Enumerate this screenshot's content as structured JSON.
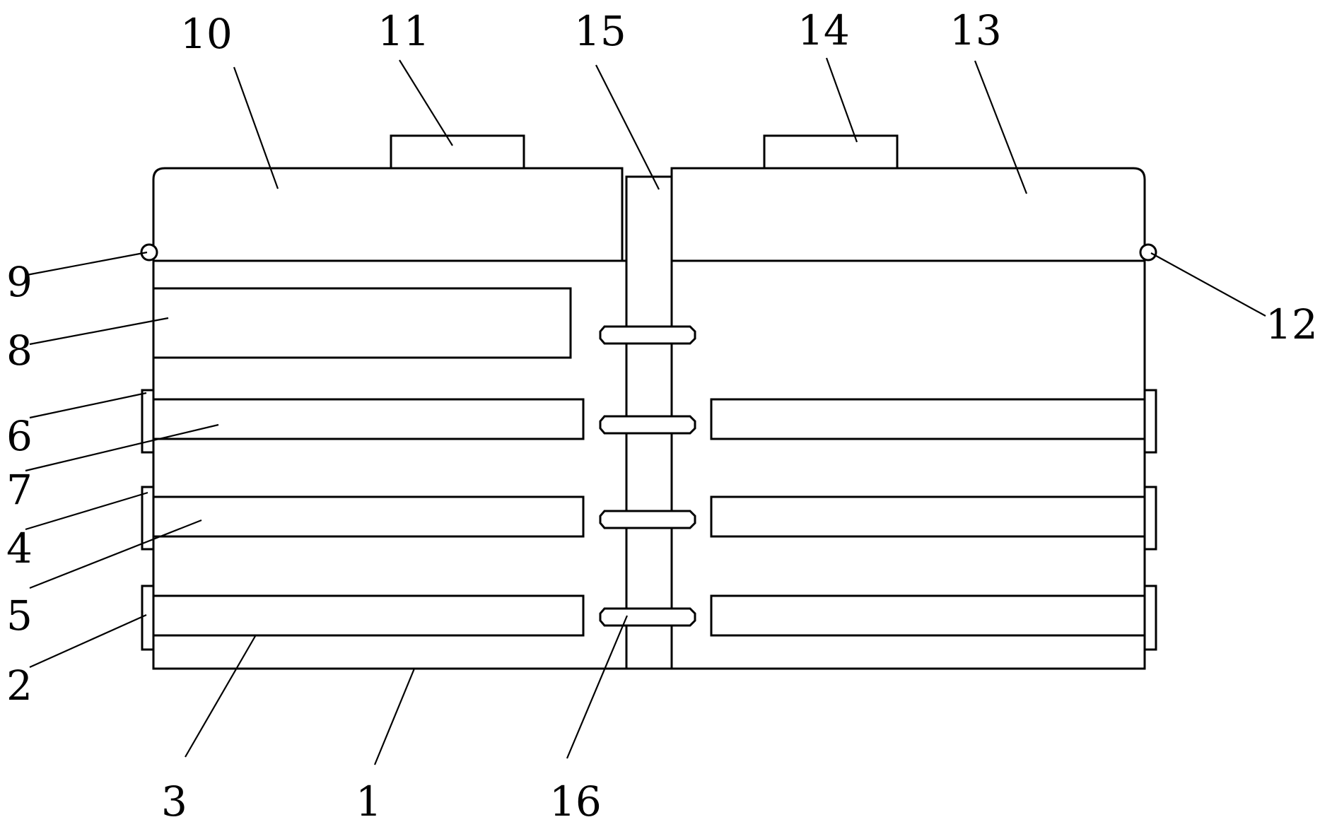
{
  "labels": {
    "p1": "1",
    "p2": "2",
    "p3": "3",
    "p4": "4",
    "p5": "5",
    "p6": "6",
    "p7": "7",
    "p8": "8",
    "p9": "9",
    "p10": "10",
    "p11": "11",
    "p12": "12",
    "p13": "13",
    "p14": "14",
    "p15": "15",
    "p16": "16"
  },
  "colors": {
    "line": "#000000",
    "background": "#ffffff"
  }
}
